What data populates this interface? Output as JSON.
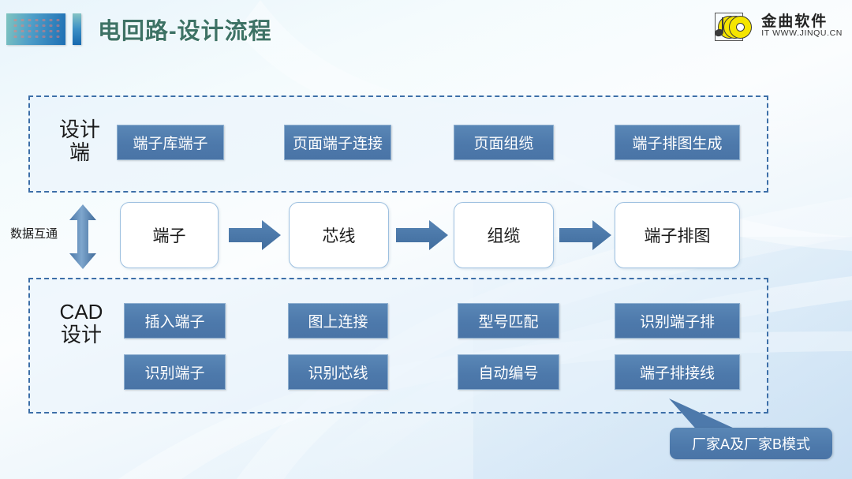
{
  "header": {
    "title": "电回路-设计流程",
    "logo": {
      "cn": "金曲软件",
      "en": "IT  WWW.JINQU.CN"
    }
  },
  "colors": {
    "title_text": "#3d7265",
    "chip_blue": "#4d79ab",
    "dash_border": "#3d6fa8",
    "box_border": "#9dc0e0",
    "arrow_blue": "#4a77a8",
    "logo_yellow": "#f5e500"
  },
  "design_group": {
    "label": "设计\n端",
    "chips": [
      {
        "text": "端子库端子"
      },
      {
        "text": "页面端子连接"
      },
      {
        "text": "页面组缆"
      },
      {
        "text": "端子排图生成"
      }
    ]
  },
  "flow": {
    "interop_label": "数据互通",
    "vertical_arrow": "double-arrow-vertical",
    "steps": [
      {
        "text": "端子"
      },
      {
        "text": "芯线"
      },
      {
        "text": "组缆"
      },
      {
        "text": "端子排图"
      }
    ],
    "arrows": [
      "arrow-right",
      "arrow-right",
      "arrow-right"
    ]
  },
  "cad_group": {
    "label": "CAD\n设计",
    "rows": [
      [
        {
          "text": "插入端子"
        },
        {
          "text": "图上连接"
        },
        {
          "text": "型号匹配"
        },
        {
          "text": "识别端子排"
        }
      ],
      [
        {
          "text": "识别端子"
        },
        {
          "text": "识别芯线"
        },
        {
          "text": "自动编号"
        },
        {
          "text": "端子排接线"
        }
      ]
    ]
  },
  "callout": {
    "text": "厂家A及厂家B模式"
  }
}
